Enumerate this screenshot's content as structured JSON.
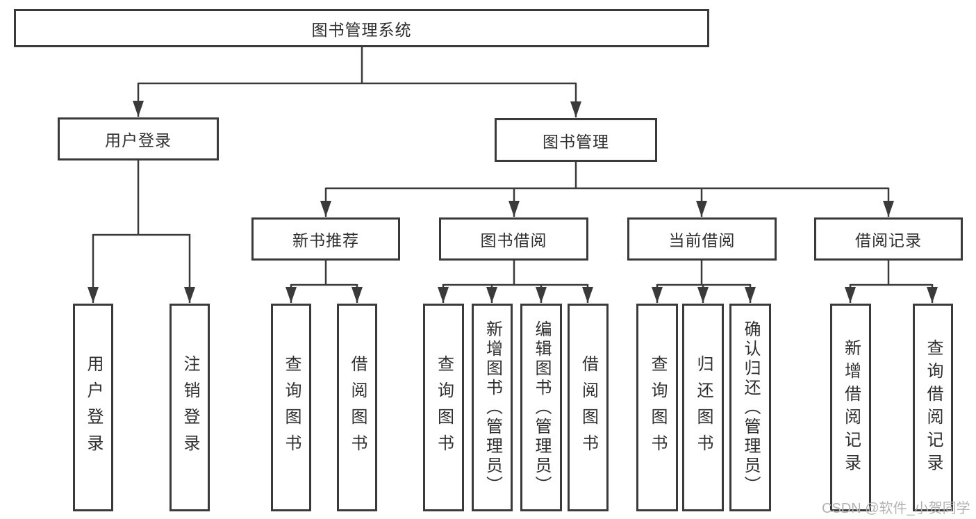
{
  "tree": {
    "label": "图书管理系统",
    "children": [
      {
        "label": "用户登录",
        "children": [
          {
            "label": "用户登录"
          },
          {
            "label": "注销登录"
          }
        ]
      },
      {
        "label": "图书管理",
        "children": [
          {
            "label": "新书推荐",
            "children": [
              {
                "label": "查询图书"
              },
              {
                "label": "借阅图书"
              }
            ]
          },
          {
            "label": "图书借阅",
            "children": [
              {
                "label": "查询图书"
              },
              {
                "label": "新增图书（管理员）"
              },
              {
                "label": "编辑图书（管理员）"
              },
              {
                "label": "借阅图书"
              }
            ]
          },
          {
            "label": "当前借阅",
            "children": [
              {
                "label": "查询图书"
              },
              {
                "label": "归还图书"
              },
              {
                "label": "确认归还（管理员）"
              }
            ]
          },
          {
            "label": "借阅记录",
            "children": [
              {
                "label": "新增借阅记录"
              },
              {
                "label": "查询借阅记录"
              }
            ]
          }
        ]
      }
    ]
  },
  "watermark": {
    "text": "CSDN @软件_小贺同学"
  },
  "colors": {
    "line": "#3a3a3a",
    "border": "#3a3a3a",
    "text": "#2f2f2f",
    "watermark": "#b3b3b3",
    "background": "#ffffff"
  }
}
